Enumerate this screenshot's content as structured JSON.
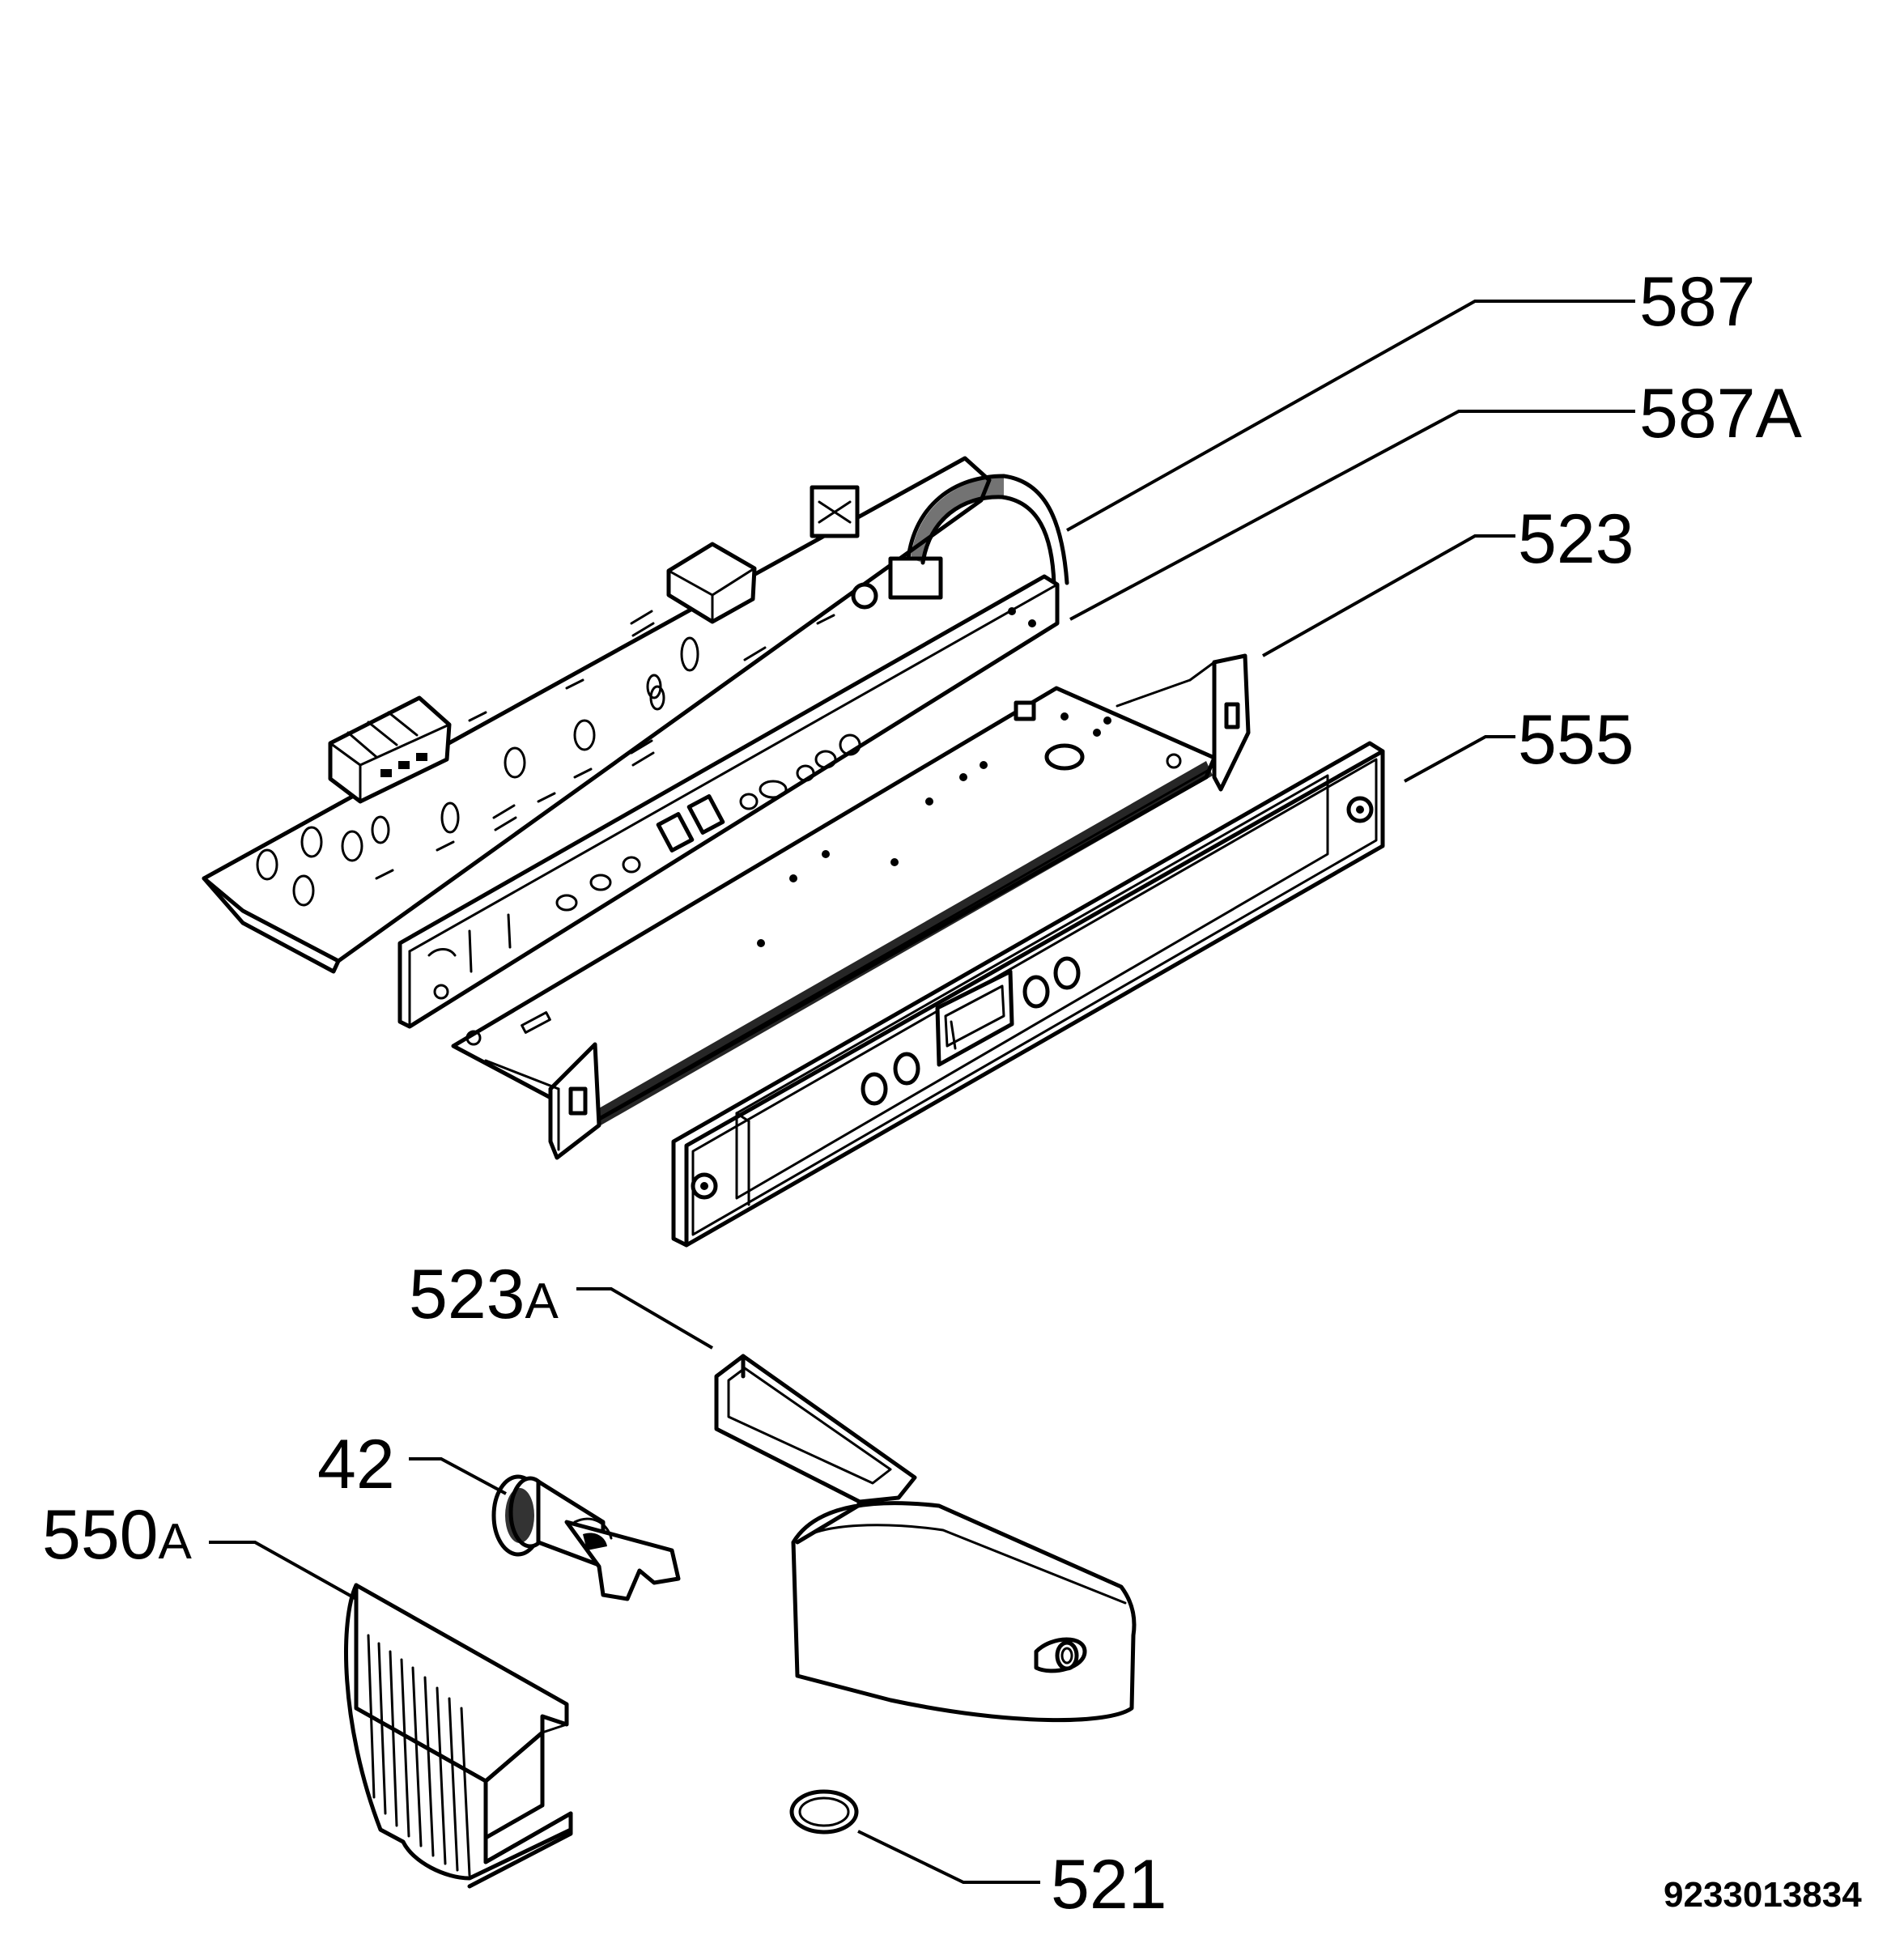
{
  "labels": {
    "p587": "587",
    "p587a_num": "587",
    "p587a_suf": "A",
    "p523": "523",
    "p555": "555",
    "p523a_num": "523",
    "p523a_suf": "A",
    "p42": "42",
    "p550a_num": "550",
    "p550a_suf": "A",
    "p521": "521"
  },
  "document_number": "9233013834"
}
